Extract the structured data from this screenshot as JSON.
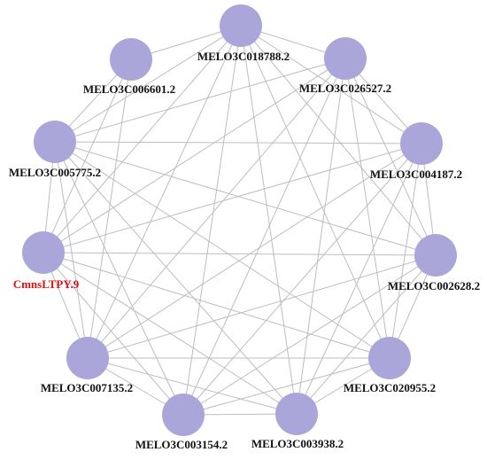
{
  "diagram": {
    "node_color": "#ab a6d9",
    "edge_color": "#b8b8b8",
    "label_color": "#111111",
    "highlight_color": "#e01010",
    "nodes": [
      {
        "id": "MELO3C018788.2",
        "label": "MELO3C018788.2",
        "highlight": false
      },
      {
        "id": "MELO3C026527.2",
        "label": "MELO3C026527.2",
        "highlight": false
      },
      {
        "id": "MELO3C004187.2",
        "label": "MELO3C004187.2",
        "highlight": false
      },
      {
        "id": "MELO3C002628.2",
        "label": "MELO3C002628.2",
        "highlight": false
      },
      {
        "id": "MELO3C020955.2",
        "label": "MELO3C020955.2",
        "highlight": false
      },
      {
        "id": "MELO3C003938.2",
        "label": "MELO3C003938.2",
        "highlight": false
      },
      {
        "id": "MELO3C003154.2",
        "label": "MELO3C003154.2",
        "highlight": false
      },
      {
        "id": "MELO3C007135.2",
        "label": "MELO3C007135.2",
        "highlight": false
      },
      {
        "id": "CmnsLTPY.9",
        "label": "CmnsLTPY.9",
        "highlight": true
      },
      {
        "id": "MELO3C005775.2",
        "label": "MELO3C005775.2",
        "highlight": false
      },
      {
        "id": "MELO3C006601.2",
        "label": "MELO3C006601.2",
        "highlight": false
      }
    ],
    "edges": [
      [
        "MELO3C018788.2",
        "MELO3C006601.2"
      ],
      [
        "MELO3C018788.2",
        "MELO3C026527.2"
      ],
      [
        "MELO3C018788.2",
        "MELO3C004187.2"
      ],
      [
        "MELO3C018788.2",
        "MELO3C002628.2"
      ],
      [
        "MELO3C018788.2",
        "MELO3C020955.2"
      ],
      [
        "MELO3C018788.2",
        "MELO3C003938.2"
      ],
      [
        "MELO3C018788.2",
        "MELO3C003154.2"
      ],
      [
        "MELO3C018788.2",
        "MELO3C007135.2"
      ],
      [
        "MELO3C018788.2",
        "CmnsLTPY.9"
      ],
      [
        "MELO3C018788.2",
        "MELO3C005775.2"
      ],
      [
        "MELO3C026527.2",
        "MELO3C004187.2"
      ],
      [
        "MELO3C026527.2",
        "MELO3C002628.2"
      ],
      [
        "MELO3C026527.2",
        "MELO3C020955.2"
      ],
      [
        "MELO3C026527.2",
        "MELO3C003938.2"
      ],
      [
        "MELO3C026527.2",
        "MELO3C003154.2"
      ],
      [
        "MELO3C026527.2",
        "MELO3C007135.2"
      ],
      [
        "MELO3C026527.2",
        "CmnsLTPY.9"
      ],
      [
        "MELO3C026527.2",
        "MELO3C005775.2"
      ],
      [
        "MELO3C004187.2",
        "MELO3C002628.2"
      ],
      [
        "MELO3C004187.2",
        "MELO3C020955.2"
      ],
      [
        "MELO3C004187.2",
        "MELO3C003938.2"
      ],
      [
        "MELO3C004187.2",
        "MELO3C003154.2"
      ],
      [
        "MELO3C004187.2",
        "MELO3C007135.2"
      ],
      [
        "MELO3C004187.2",
        "CmnsLTPY.9"
      ],
      [
        "MELO3C004187.2",
        "MELO3C005775.2"
      ],
      [
        "MELO3C002628.2",
        "MELO3C020955.2"
      ],
      [
        "MELO3C002628.2",
        "MELO3C003938.2"
      ],
      [
        "MELO3C002628.2",
        "MELO3C003154.2"
      ],
      [
        "MELO3C002628.2",
        "MELO3C007135.2"
      ],
      [
        "MELO3C002628.2",
        "CmnsLTPY.9"
      ],
      [
        "MELO3C002628.2",
        "MELO3C005775.2"
      ],
      [
        "MELO3C020955.2",
        "MELO3C003938.2"
      ],
      [
        "MELO3C020955.2",
        "MELO3C003154.2"
      ],
      [
        "MELO3C020955.2",
        "MELO3C007135.2"
      ],
      [
        "MELO3C020955.2",
        "CmnsLTPY.9"
      ],
      [
        "MELO3C020955.2",
        "MELO3C005775.2"
      ],
      [
        "MELO3C003938.2",
        "MELO3C003154.2"
      ],
      [
        "MELO3C003938.2",
        "MELO3C007135.2"
      ],
      [
        "MELO3C003938.2",
        "CmnsLTPY.9"
      ],
      [
        "MELO3C003938.2",
        "MELO3C005775.2"
      ],
      [
        "MELO3C003154.2",
        "MELO3C007135.2"
      ],
      [
        "MELO3C003154.2",
        "CmnsLTPY.9"
      ],
      [
        "MELO3C003154.2",
        "MELO3C005775.2"
      ],
      [
        "MELO3C007135.2",
        "CmnsLTPY.9"
      ],
      [
        "MELO3C007135.2",
        "MELO3C005775.2"
      ],
      [
        "CmnsLTPY.9",
        "MELO3C005775.2"
      ],
      [
        "CmnsLTPY.9",
        "MELO3C006601.2"
      ],
      [
        "MELO3C005775.2",
        "MELO3C006601.2"
      ],
      [
        "MELO3C006601.2",
        "MELO3C007135.2"
      ]
    ]
  }
}
